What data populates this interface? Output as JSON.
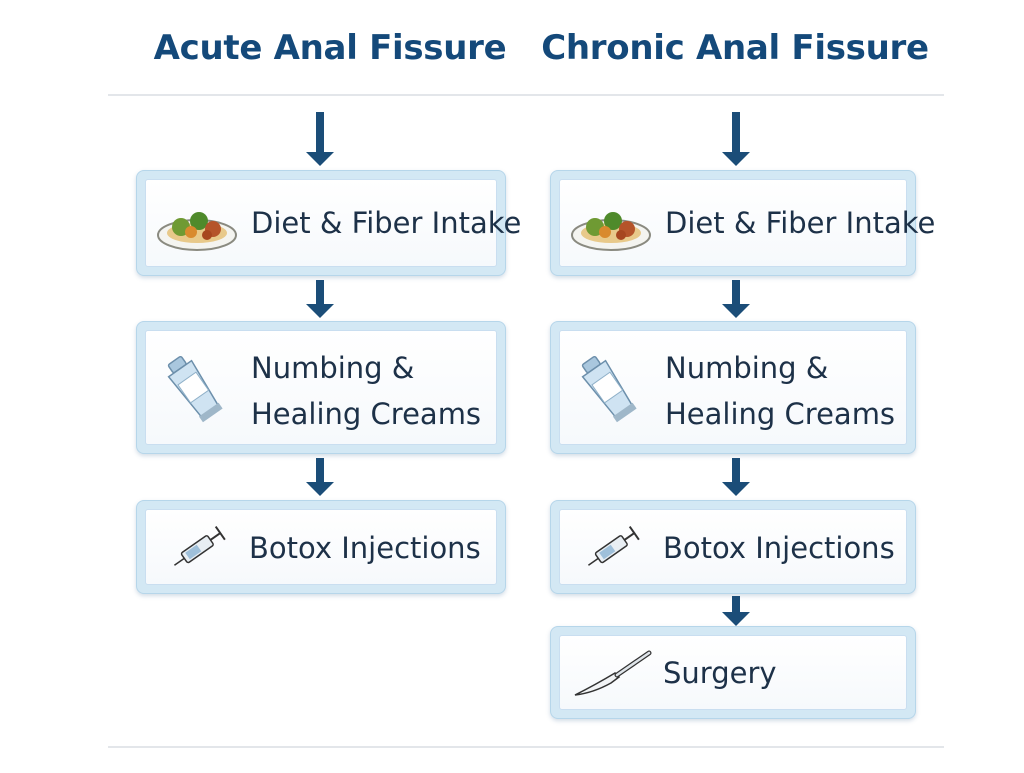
{
  "columns": [
    {
      "title": "Acute Anal Fissure",
      "steps": [
        {
          "label": "Diet & Fiber Intake",
          "icon": "food-plate-icon"
        },
        {
          "label": "Numbing & Healing Creams",
          "line1": "Numbing &",
          "line2": "Healing Creams",
          "icon": "cream-tube-icon"
        },
        {
          "label": "Botox Injections",
          "icon": "syringe-icon"
        }
      ]
    },
    {
      "title": "Chronic Anal Fissure",
      "steps": [
        {
          "label": "Diet & Fiber Intake",
          "icon": "food-plate-icon"
        },
        {
          "label": "Numbing & Healing Creams",
          "line1": "Numbing &",
          "line2": "Healing Creams",
          "icon": "cream-tube-icon"
        },
        {
          "label": "Botox Injections",
          "icon": "syringe-icon"
        },
        {
          "label": "Surgery",
          "icon": "scalpel-icon"
        }
      ]
    }
  ],
  "colors": {
    "title": "#14497a",
    "arrow": "#1b4d78",
    "card_frame": "#d3e8f4",
    "text": "#1d3148"
  }
}
